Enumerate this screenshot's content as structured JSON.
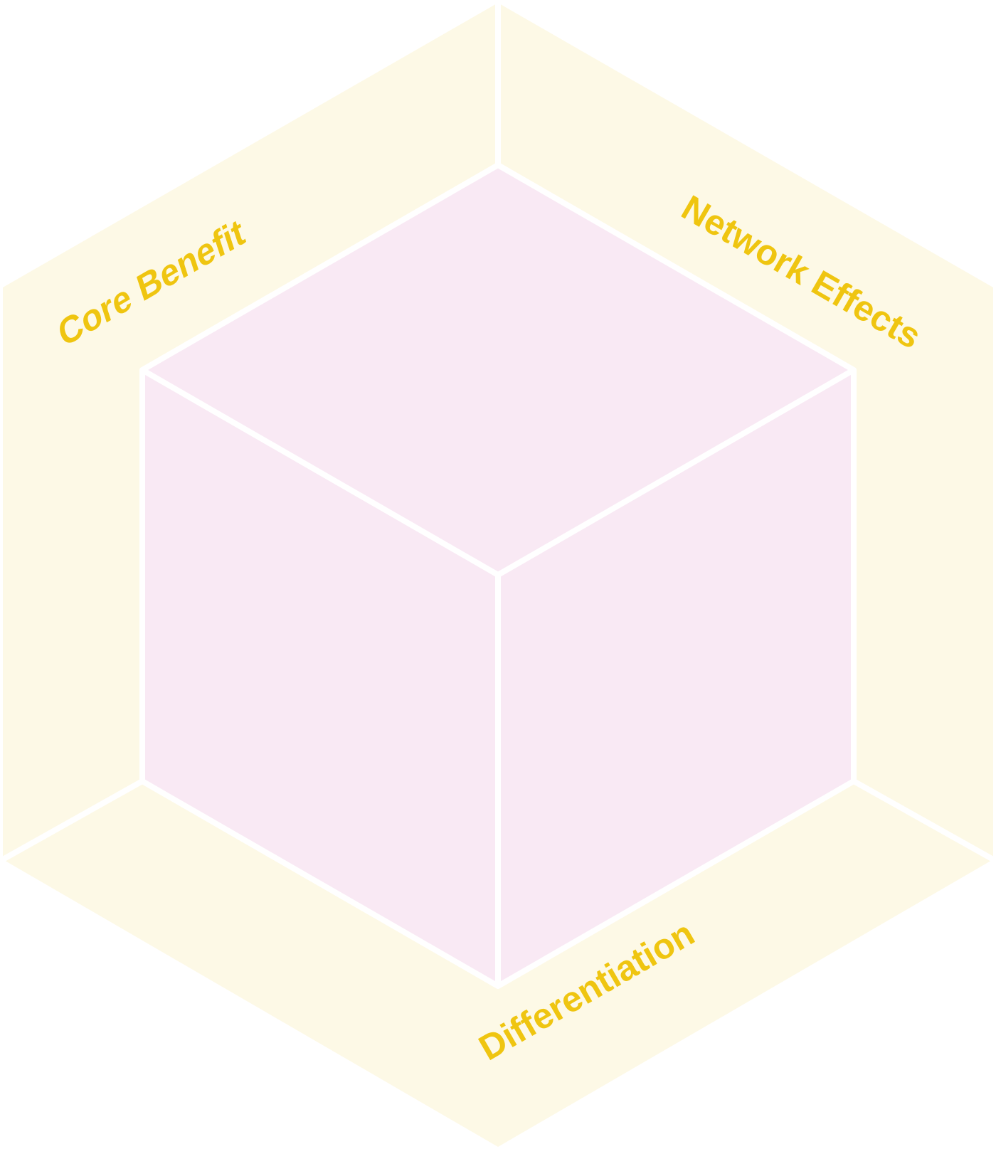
{
  "labels": {
    "core_benefit": "Core Benefit",
    "network_effects": "Network Effects",
    "differentiation": "Differentiation"
  },
  "colors": {
    "outer_frame": "#fdf9e6",
    "cube_faces": "#f9e9f4",
    "lines": "#ffffff",
    "label_text": "#efc510"
  }
}
